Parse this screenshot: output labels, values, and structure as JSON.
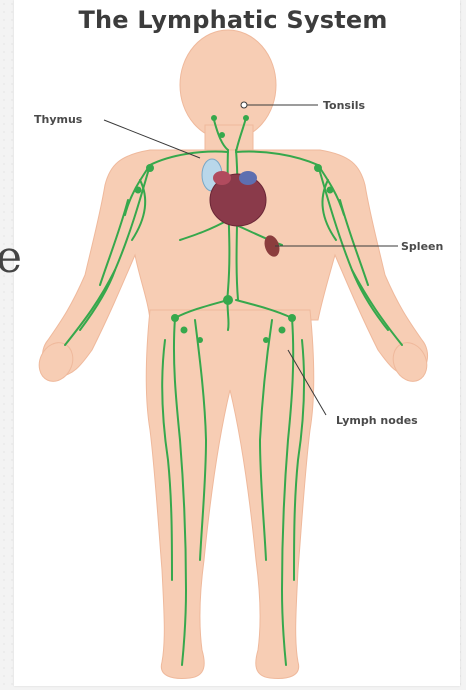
{
  "title": "The Lymphatic System",
  "side_letter": "e",
  "labels": {
    "tonsils": "Tonsils",
    "thymus": "Thymus",
    "spleen": "Spleen",
    "lymph_nodes": "Lymph nodes"
  },
  "colors": {
    "skin": "#f7cdb4",
    "lymph": "#36a84c",
    "heart": "#8a3a4a",
    "thymus": "#b9d7ea",
    "spleen": "#8b3d3d"
  }
}
